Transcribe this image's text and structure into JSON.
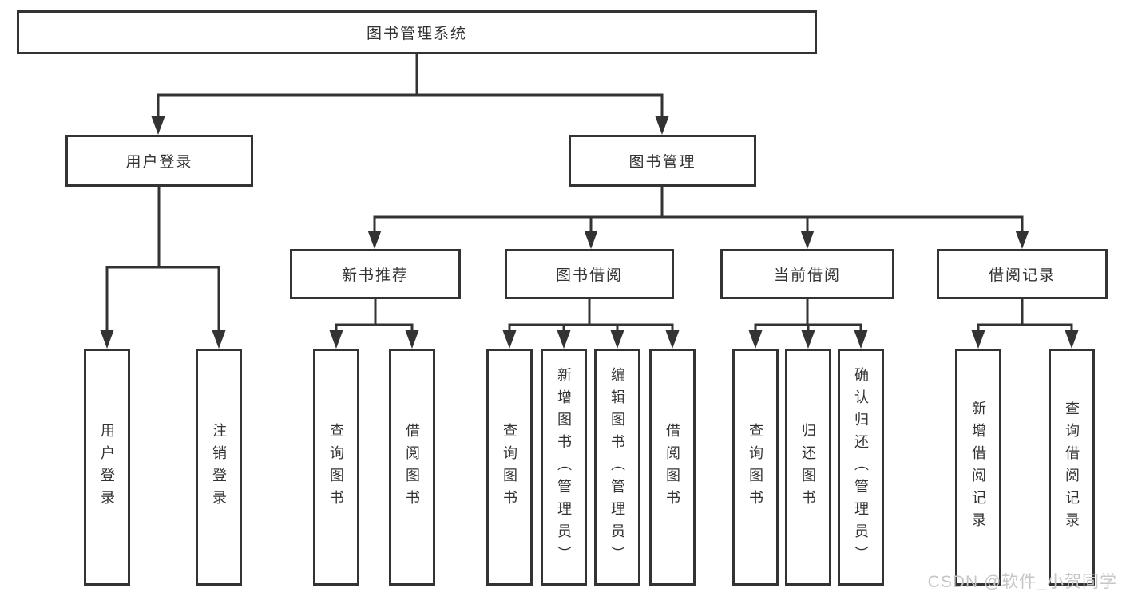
{
  "chart": {
    "root": "图书管理系统",
    "branches": [
      {
        "label": "用户登录",
        "children": [
          "用户登录",
          "注销登录"
        ]
      },
      {
        "label": "图书管理",
        "groups": [
          {
            "label": "新书推荐",
            "children": [
              "查询图书",
              "借阅图书"
            ]
          },
          {
            "label": "图书借阅",
            "children": [
              "查询图书",
              "新增图书（管理员）",
              "编辑图书（管理员）",
              "借阅图书"
            ]
          },
          {
            "label": "当前借阅",
            "children": [
              "查询图书",
              "归还图书",
              "确认归还（管理员）"
            ]
          },
          {
            "label": "借阅记录",
            "children": [
              "新增借阅记录",
              "查询借阅记录"
            ]
          }
        ]
      }
    ]
  },
  "watermark": "CSDN @软件_小贺同学",
  "colors": {
    "line": "#333333",
    "box_border": "#333333",
    "text": "#333333",
    "watermark": "#c6c6c6",
    "background": "#ffffff"
  }
}
